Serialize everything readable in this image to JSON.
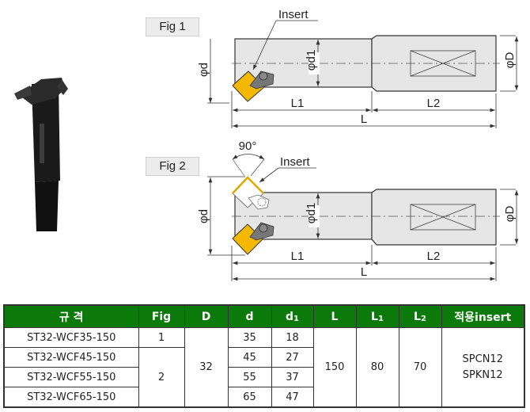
{
  "figures": {
    "fig1": {
      "label": "Fig 1",
      "insert_label": "Insert",
      "dim_d": "φd",
      "dim_d1": "φd1",
      "dim_D": "φD",
      "dim_L1": "L1",
      "dim_L2": "L2",
      "dim_L": "L"
    },
    "fig2": {
      "label": "Fig 2",
      "insert_label": "Insert",
      "angle": "90°",
      "dim_d": "φd",
      "dim_d1": "φd1",
      "dim_D": "φD",
      "dim_L1": "L1",
      "dim_L2": "L2",
      "dim_L": "L"
    }
  },
  "colors": {
    "header_green": "#0b7a0b",
    "insert_yellow": "#f5b800",
    "body_gray": "#e6e6e6"
  },
  "table": {
    "headers": {
      "spec": "규 격",
      "fig": "Fig",
      "D": "D",
      "d": "d",
      "d1_base": "d",
      "d1_sub": "1",
      "L": "L",
      "L1_base": "L",
      "L1_sub": "1",
      "L2_base": "L",
      "L2_sub": "2",
      "insert": "적용insert"
    },
    "rows": [
      {
        "spec": "ST32-WCF35-150",
        "d": "35",
        "d1": "18"
      },
      {
        "spec": "ST32-WCF45-150",
        "d": "45",
        "d1": "27"
      },
      {
        "spec": "ST32-WCF55-150",
        "d": "55",
        "d1": "37"
      },
      {
        "spec": "ST32-WCF65-150",
        "d": "65",
        "d1": "47"
      }
    ],
    "fig_values": [
      "1",
      "2"
    ],
    "D": "32",
    "L": "150",
    "L1": "80",
    "L2": "70",
    "inserts": [
      "SPCN12",
      "SPKN12"
    ]
  }
}
